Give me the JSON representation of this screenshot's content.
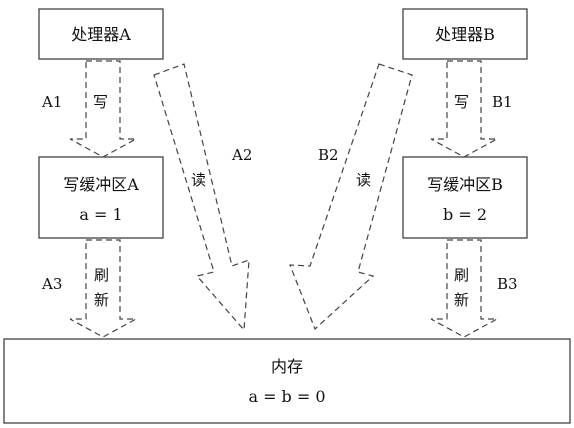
{
  "processor_a": {
    "label": "处理器A"
  },
  "processor_b": {
    "label": "处理器B"
  },
  "buffer_a": {
    "title": "写缓冲区A",
    "value": "a = 1"
  },
  "buffer_b": {
    "title": "写缓冲区B",
    "value": "b = 2"
  },
  "memory": {
    "title": "内存",
    "value": "a = b = 0"
  },
  "arrows": {
    "a1": {
      "step": "A1",
      "action": "写"
    },
    "b1": {
      "step": "B1",
      "action": "写"
    },
    "a2": {
      "step": "A2",
      "action": "读"
    },
    "b2": {
      "step": "B2",
      "action": "读"
    },
    "a3": {
      "step": "A3",
      "action_line1": "刷",
      "action_line2": "新"
    },
    "b3": {
      "step": "B3",
      "action_line1": "刷",
      "action_line2": "新"
    }
  }
}
